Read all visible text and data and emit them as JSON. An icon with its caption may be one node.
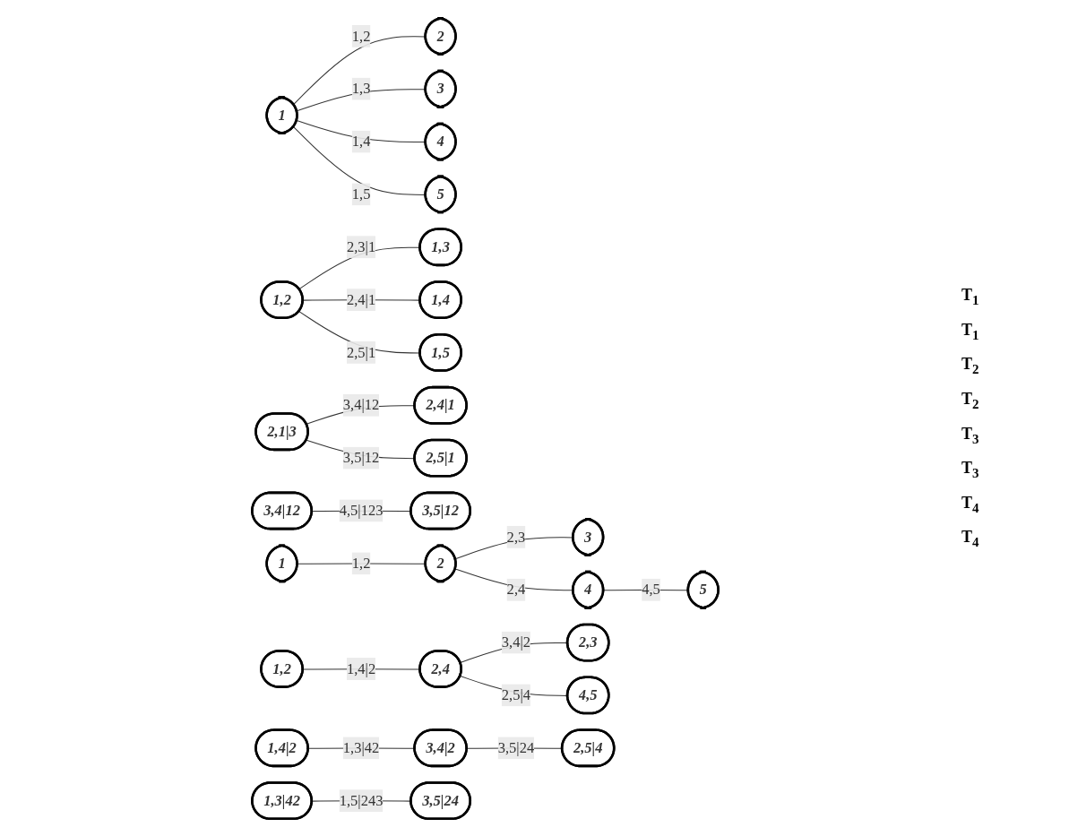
{
  "diagram": {
    "nodes": [
      {
        "text": [
          "1"
        ]
      },
      {
        "text": [
          "2"
        ]
      },
      {
        "text": [
          "3"
        ]
      },
      {
        "text": [
          "4"
        ]
      },
      {
        "text": [
          "5"
        ]
      },
      {
        "text": [
          "1,2"
        ]
      },
      {
        "text": [
          "1,3"
        ]
      },
      {
        "text": [
          "1,4"
        ]
      },
      {
        "text": [
          "1,5"
        ]
      },
      {
        "text": [
          "2,1|3"
        ]
      },
      {
        "text": [
          "2,4|1"
        ]
      },
      {
        "text": [
          "2,5|1"
        ]
      },
      {
        "text": [
          "3,4|12"
        ]
      },
      {
        "text": [
          "3,5|12"
        ]
      },
      {
        "text": [
          "1"
        ]
      },
      {
        "text": [
          "2"
        ]
      },
      {
        "text": [
          "3"
        ]
      },
      {
        "text": [
          "4"
        ]
      },
      {
        "text": [
          "5"
        ]
      },
      {
        "text": [
          "1,2"
        ]
      },
      {
        "text": [
          "2,4"
        ]
      },
      {
        "text": [
          "2,3"
        ]
      },
      {
        "text": [
          "4,5"
        ]
      },
      {
        "text": [
          "1,4|2"
        ]
      },
      {
        "text": [
          "3,4|2"
        ]
      },
      {
        "text": [
          "2,5|4"
        ]
      },
      {
        "text": [
          "1,3|42"
        ]
      },
      {
        "text": [
          "3,5|24"
        ]
      }
    ],
    "edges": [
      {
        "from": 0,
        "to": 1,
        "arrow": "none",
        "label": "1,2"
      },
      {
        "from": 0,
        "to": 2,
        "arrow": "none",
        "label": "1,3"
      },
      {
        "from": 0,
        "to": 3,
        "arrow": "none",
        "label": "1,4"
      },
      {
        "from": 0,
        "to": 4,
        "arrow": "none",
        "label": "1,5"
      },
      {
        "from": 5,
        "to": 6,
        "arrow": "none",
        "label": "2,3|1"
      },
      {
        "from": 5,
        "to": 7,
        "arrow": "none",
        "label": "2,4|1"
      },
      {
        "from": 5,
        "to": 8,
        "arrow": "none",
        "label": "2,5|1"
      },
      {
        "from": 9,
        "to": 10,
        "arrow": "none",
        "label": "3,4|12"
      },
      {
        "from": 9,
        "to": 11,
        "arrow": "none",
        "label": "3,5|12"
      },
      {
        "from": 12,
        "to": 13,
        "arrow": "none",
        "label": "4,5|123"
      },
      {
        "from": 14,
        "to": 15,
        "arrow": "none",
        "label": "1,2"
      },
      {
        "from": 15,
        "to": 16,
        "arrow": "none",
        "label": "2,3"
      },
      {
        "from": 15,
        "to": 17,
        "arrow": "none",
        "label": "2,4"
      },
      {
        "from": 17,
        "to": 18,
        "arrow": "none",
        "label": "4,5"
      },
      {
        "from": 19,
        "to": 20,
        "arrow": "none",
        "label": "1,4|2"
      },
      {
        "from": 20,
        "to": 21,
        "arrow": "none",
        "label": "3,4|2"
      },
      {
        "from": 20,
        "to": 22,
        "arrow": "none",
        "label": "2,5|4"
      },
      {
        "from": 23,
        "to": 24,
        "arrow": "none",
        "label": "1,3|42"
      },
      {
        "from": 24,
        "to": 25,
        "arrow": "none",
        "label": "3,5|24"
      },
      {
        "from": 26,
        "to": 27,
        "arrow": "none",
        "label": "1,5|243"
      }
    ],
    "labels": [
      "T$_{1}$",
      "T$_{1}$",
      "T$_{2}$",
      "T$_{2}$",
      "T$_{3}$",
      "T$_{3}$",
      "T$_{4}$",
      "T$_{4}$"
    ]
  }
}
